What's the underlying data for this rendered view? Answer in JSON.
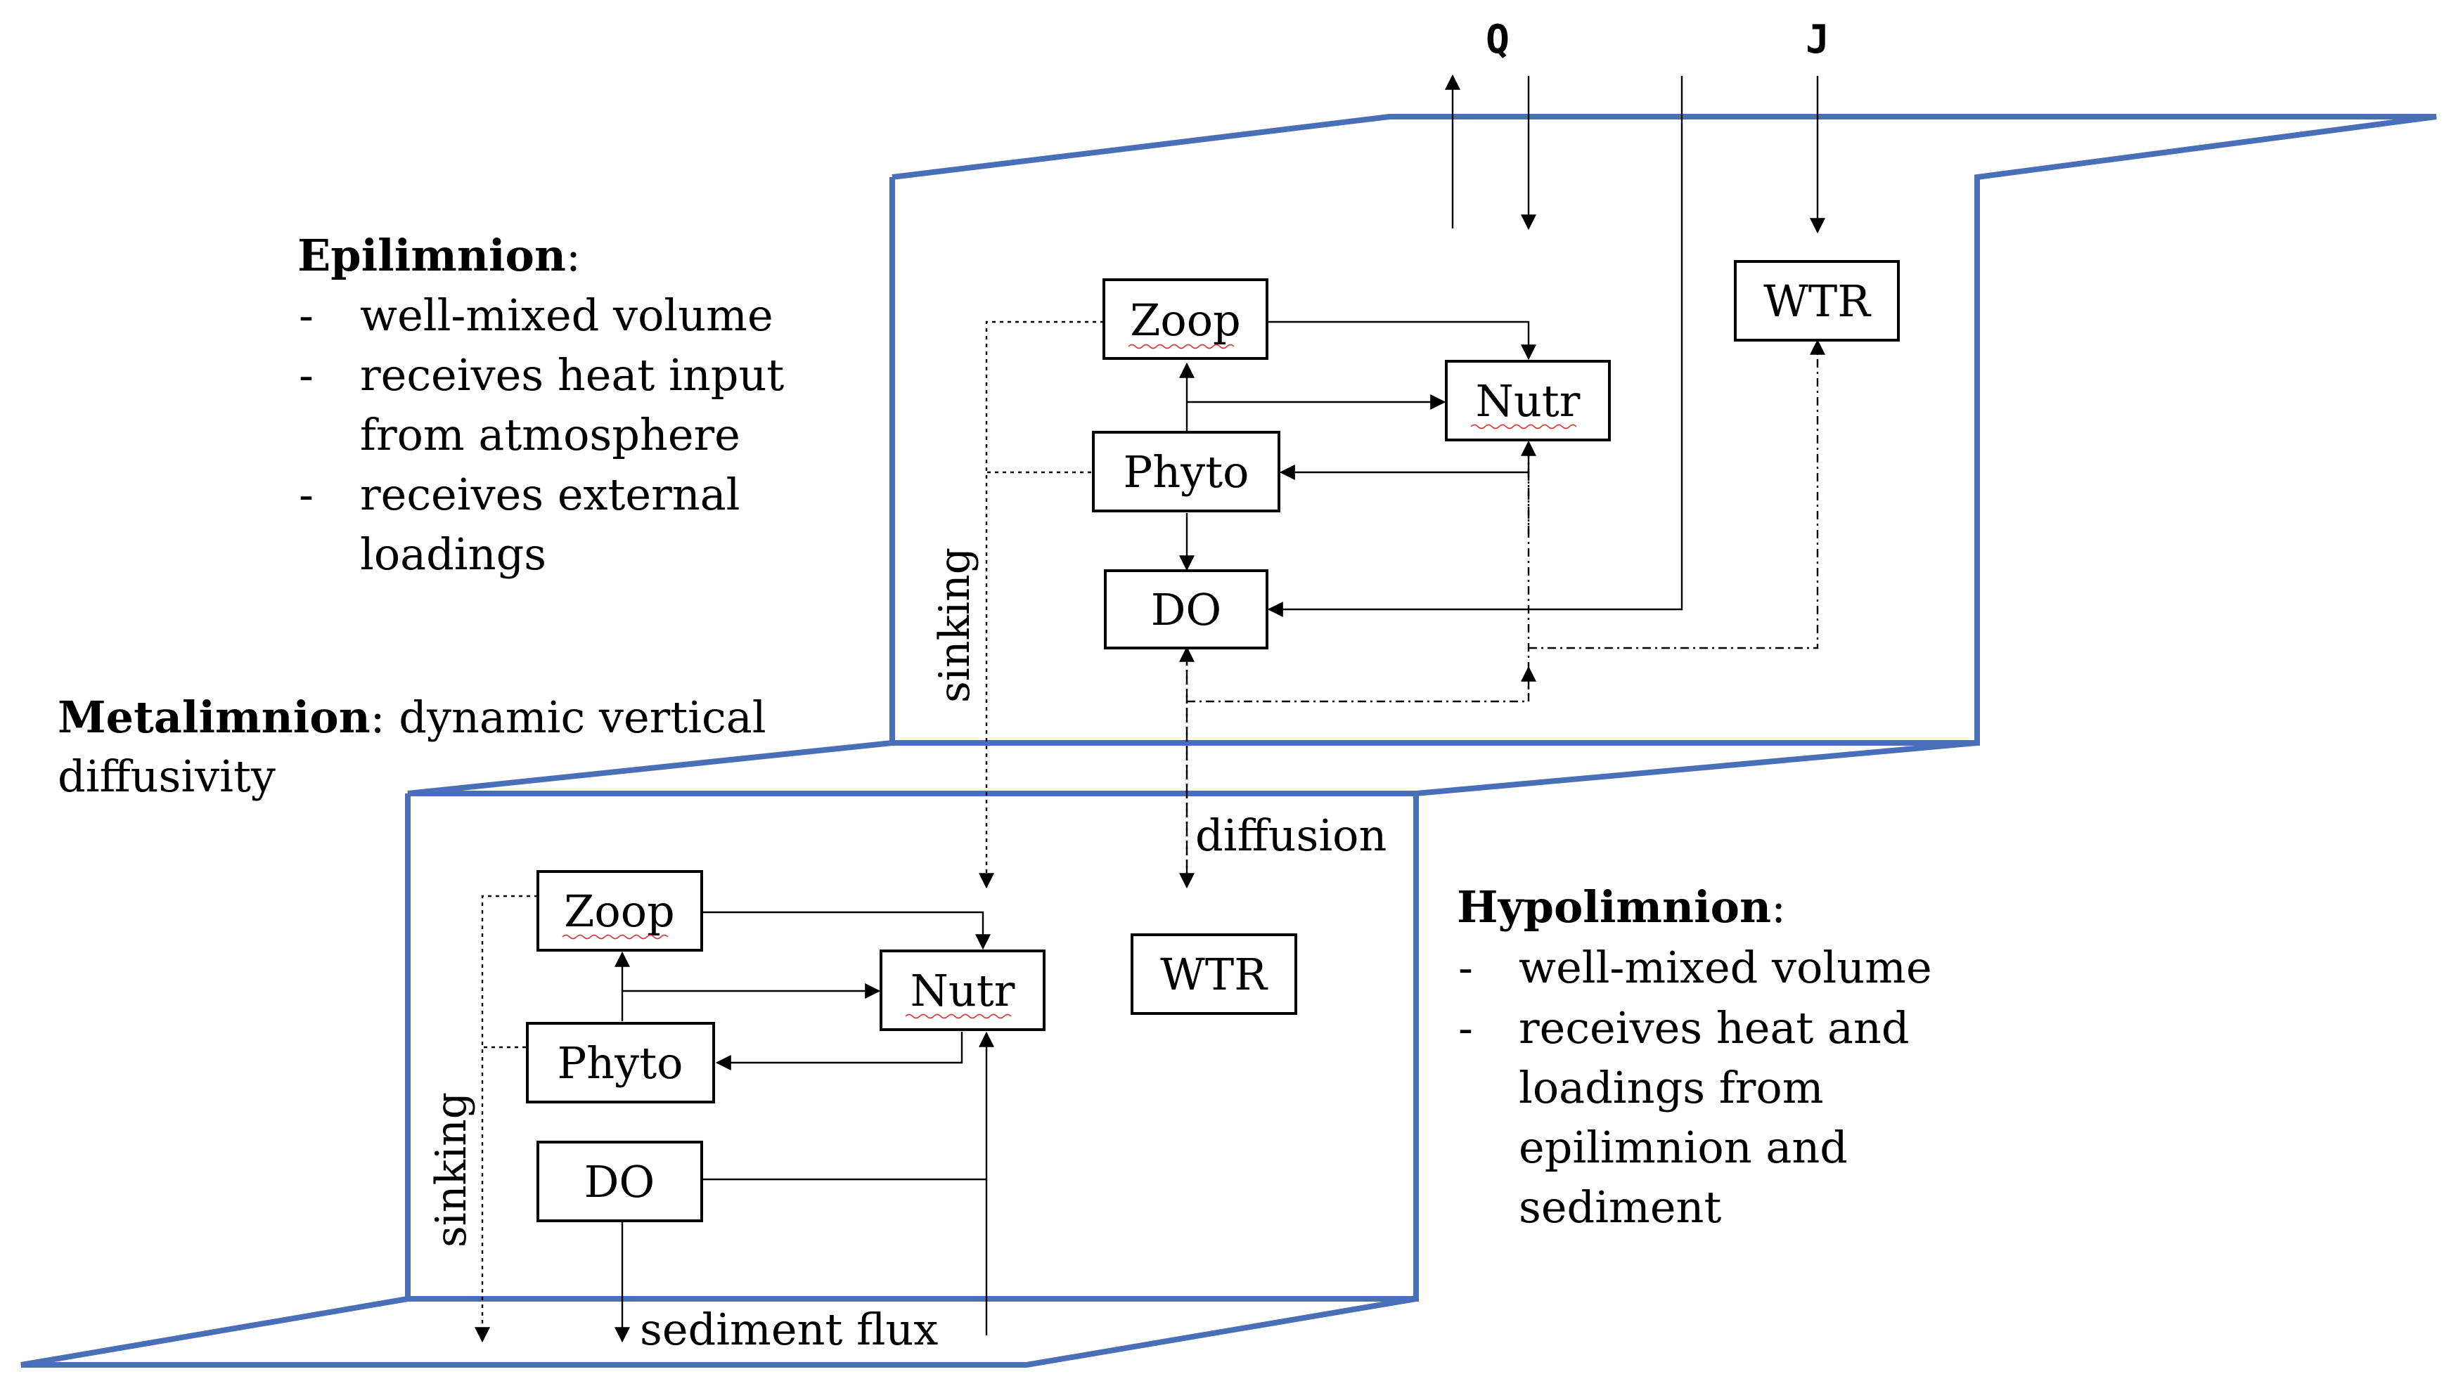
{
  "colors": {
    "layer_outline": "#4a6fb9",
    "spellcheck_underline": "#d23a3a",
    "text": "#000000"
  },
  "inputs": {
    "heat_flux_label": "Q",
    "loading_label": "J"
  },
  "epilimnion": {
    "title": "Epilimnion",
    "colon": ":",
    "bullets": [
      {
        "dash": "-",
        "lines": [
          "well-mixed volume"
        ]
      },
      {
        "dash": "-",
        "lines": [
          "receives heat input",
          "from atmosphere"
        ]
      },
      {
        "dash": "-",
        "lines": [
          "receives external",
          "loadings"
        ]
      }
    ],
    "nodes": {
      "zoop": "Zoop",
      "nutr": "Nutr",
      "phyto": "Phyto",
      "do": "DO",
      "wtr": "WTR"
    },
    "sinking_label": "sinking"
  },
  "metalimnion": {
    "title": "Metalimnion",
    "rest_line1": ": dynamic vertical",
    "line2": "diffusivity",
    "diffusion_label": "diffusion"
  },
  "hypolimnion": {
    "title": "Hypolimnion",
    "colon": ":",
    "bullets": [
      {
        "dash": "-",
        "lines": [
          "well-mixed volume"
        ]
      },
      {
        "dash": "-",
        "lines": [
          "receives heat and",
          "loadings from",
          "epilimnion and",
          "sediment"
        ]
      }
    ],
    "nodes": {
      "zoop": "Zoop",
      "nutr": "Nutr",
      "phyto": "Phyto",
      "do": "DO",
      "wtr": "WTR"
    },
    "sinking_label": "sinking",
    "sediment_flux_label": "sediment flux"
  }
}
